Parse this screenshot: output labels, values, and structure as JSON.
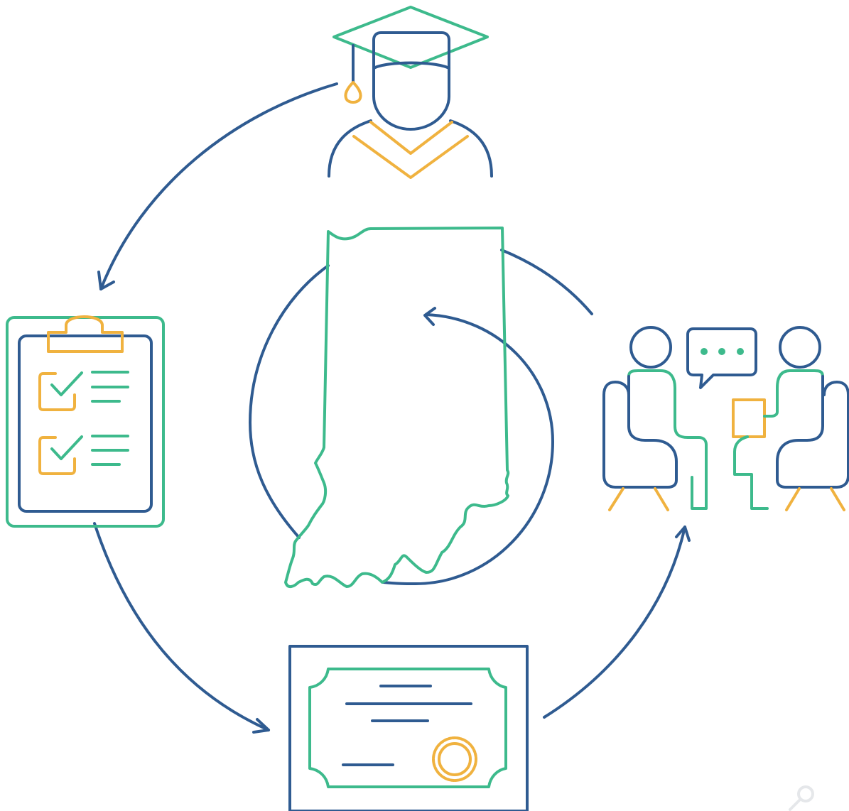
{
  "diagram": {
    "colors": {
      "primary_blue": "#2f5b91",
      "accent_green": "#3dba8c",
      "accent_gold": "#f0b23f",
      "background": "#ffffff"
    },
    "nodes": [
      {
        "id": "graduate",
        "icon": "graduate-icon"
      },
      {
        "id": "checklist",
        "icon": "clipboard-checklist-icon"
      },
      {
        "id": "certificate",
        "icon": "certificate-icon"
      },
      {
        "id": "conversation",
        "icon": "two-people-meeting-icon"
      }
    ],
    "center": {
      "icon": "indiana-state-outline-icon",
      "cycle": "circular-arrow-icon"
    },
    "flow": [
      "graduate",
      "checklist",
      "certificate",
      "conversation",
      "graduate"
    ]
  }
}
